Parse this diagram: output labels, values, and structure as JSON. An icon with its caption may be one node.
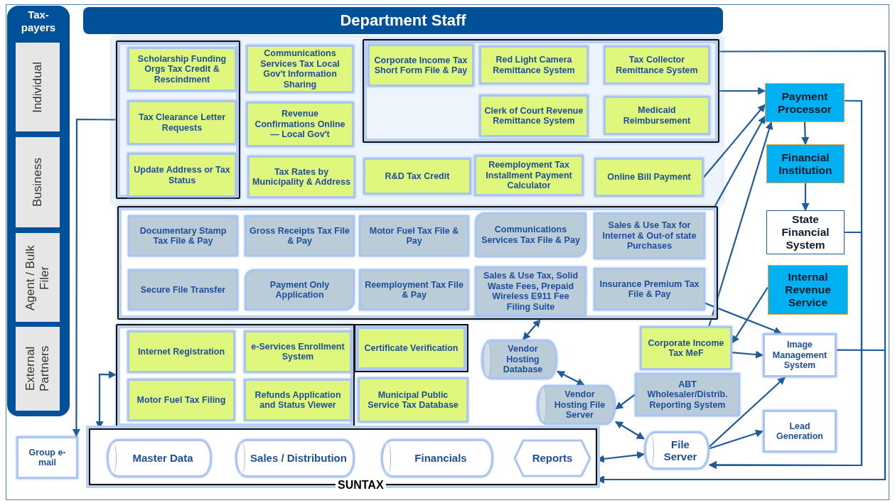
{
  "diagram": {
    "nodes": [
      {
        "text": [
          "Department Staff"
        ]
      },
      {
        "text": [
          "Tax-payers"
        ]
      },
      {
        "text": [
          "Individual"
        ],
        "in": 1
      },
      {
        "text": [
          "Business"
        ],
        "in": 1
      },
      {
        "text": [
          "Agent / Bulk Filer"
        ],
        "in": 1
      },
      {
        "text": [
          "External Partners"
        ],
        "in": 1
      },
      {
        "text": [],
        "shape": "box"
      },
      {
        "text": [
          "Scholarship Funding Orgs Tax Credit & Rescindment"
        ],
        "in": 6
      },
      {
        "text": [
          "Tax Clearance Letter Requests"
        ],
        "in": 6
      },
      {
        "text": [
          "Update Address or Tax Status"
        ],
        "in": 6
      },
      {
        "text": [
          "Communications Services Tax Local Gov't Information Sharing"
        ]
      },
      {
        "text": [
          "Revenue Confirmations Online — Local Gov't"
        ]
      },
      {
        "text": [],
        "shape": "box"
      },
      {
        "text": [
          "Corporate Income Tax Short Form File & Pay"
        ],
        "in": 12
      },
      {
        "text": [
          "Red Light Camera Remittance System"
        ],
        "in": 12
      },
      {
        "text": [
          "Tax Collector Remittance System"
        ],
        "in": 12
      },
      {
        "text": [
          "Clerk of Court Revenue Remittance System"
        ],
        "in": 12
      },
      {
        "text": [
          "Medicaid Reimbursement"
        ],
        "in": 12
      },
      {
        "text": [
          "Tax Rates by Municipality & Address"
        ]
      },
      {
        "text": [
          "R&D Tax Credit"
        ]
      },
      {
        "text": [
          "Reemployment Tax Installment Payment Calculator"
        ]
      },
      {
        "text": [
          "Online Bill Payment"
        ]
      },
      {
        "text": [],
        "shape": "box"
      },
      {
        "text": [
          "Documentary Stamp Tax File & Pay"
        ],
        "in": 22
      },
      {
        "text": [
          "Gross Receipts Tax File & Pay"
        ],
        "in": 22
      },
      {
        "text": [
          "Motor Fuel Tax File & Pay"
        ],
        "in": 22
      },
      {
        "text": [
          "Communications Services Tax File & Pay"
        ],
        "in": 22
      },
      {
        "text": [
          "Sales & Use Tax for Internet & Out-of state Purchases"
        ],
        "in": 22
      },
      {
        "text": [
          "Secure File Transfer"
        ],
        "in": 22
      },
      {
        "text": [
          "Payment Only Application"
        ],
        "in": 22
      },
      {
        "text": [
          "Reemployment Tax File & Pay"
        ],
        "in": 22
      },
      {
        "text": [
          "Sales & Use Tax, Solid Waste Fees, Prepaid Wireless E911 Fee Filing Suite"
        ],
        "in": 22
      },
      {
        "text": [
          "Insurance Premium Tax File & Pay"
        ],
        "in": 22
      },
      {
        "text": [],
        "shape": "box"
      },
      {
        "text": [
          "Internet Registration"
        ],
        "in": 33
      },
      {
        "text": [
          "e-Services Enrollment System"
        ],
        "in": 33
      },
      {
        "text": [
          "Motor Fuel Tax Filing"
        ],
        "in": 33
      },
      {
        "text": [
          "Refunds Application and Status Viewer"
        ],
        "in": 33
      },
      {
        "text": [
          "Certificate Verification"
        ]
      },
      {
        "text": [
          "Municipal Public Service Tax Database"
        ]
      },
      {
        "text": [
          "Vendor Hosting Database"
        ]
      },
      {
        "text": [
          "Vendor Hosting File Server"
        ]
      },
      {
        "text": [
          "Corporate Income Tax MeF"
        ]
      },
      {
        "text": [
          "ABT Wholesaler/Distrib. Reporting System"
        ]
      },
      {
        "text": [
          "Payment Processor"
        ]
      },
      {
        "text": [
          "Financial Institution"
        ]
      },
      {
        "text": [
          "State Financial System"
        ]
      },
      {
        "text": [
          "Internal Revenue Service"
        ]
      },
      {
        "text": [
          "Image Management System"
        ]
      },
      {
        "text": [
          "Lead Generation"
        ]
      },
      {
        "text": [
          "File Server"
        ]
      },
      {
        "text": [
          "Group e-mail"
        ]
      },
      {
        "text": [
          "SUNTAX"
        ]
      },
      {
        "text": [
          "Master Data"
        ],
        "in": 52
      },
      {
        "text": [
          "Sales / Distribution"
        ],
        "in": 52
      },
      {
        "text": [
          "Financials"
        ],
        "in": 52
      },
      {
        "text": [
          "Reports"
        ],
        "in": 52
      }
    ],
    "edges": [
      {
        "from": 12,
        "to": 52,
        "arrow": "to"
      },
      {
        "from": 48,
        "to": 52,
        "arrow": "to"
      },
      {
        "from": 12,
        "to": 44,
        "arrow": "to"
      },
      {
        "from": 21,
        "to": 44,
        "arrow": "to"
      },
      {
        "from": 42,
        "to": 44,
        "arrow": "to"
      },
      {
        "from": 22,
        "to": 44,
        "arrow": "to"
      },
      {
        "from": 44,
        "to": 45,
        "arrow": "to"
      },
      {
        "from": 45,
        "to": 46,
        "arrow": "to"
      },
      {
        "from": 44,
        "to": 50,
        "arrow": "to"
      },
      {
        "from": 46,
        "to": 50,
        "arrow": "to"
      },
      {
        "from": 47,
        "to": 42,
        "arrow": "to"
      },
      {
        "from": 42,
        "to": 48,
        "arrow": "to"
      },
      {
        "from": 32,
        "to": 48,
        "arrow": "to"
      },
      {
        "from": 22,
        "to": 40,
        "arrow": "both"
      },
      {
        "from": 40,
        "to": 41,
        "arrow": "both"
      },
      {
        "from": 43,
        "to": 41,
        "arrow": "to"
      },
      {
        "from": 41,
        "to": 50,
        "arrow": "both"
      },
      {
        "from": 50,
        "to": 48,
        "arrow": "to"
      },
      {
        "from": 50,
        "to": 49,
        "arrow": "to"
      },
      {
        "from": 52,
        "to": 50,
        "arrow": "both"
      },
      {
        "from": 6,
        "to": 51,
        "arrow": "to"
      },
      {
        "from": 33,
        "to": 52,
        "arrow": "both"
      }
    ]
  }
}
